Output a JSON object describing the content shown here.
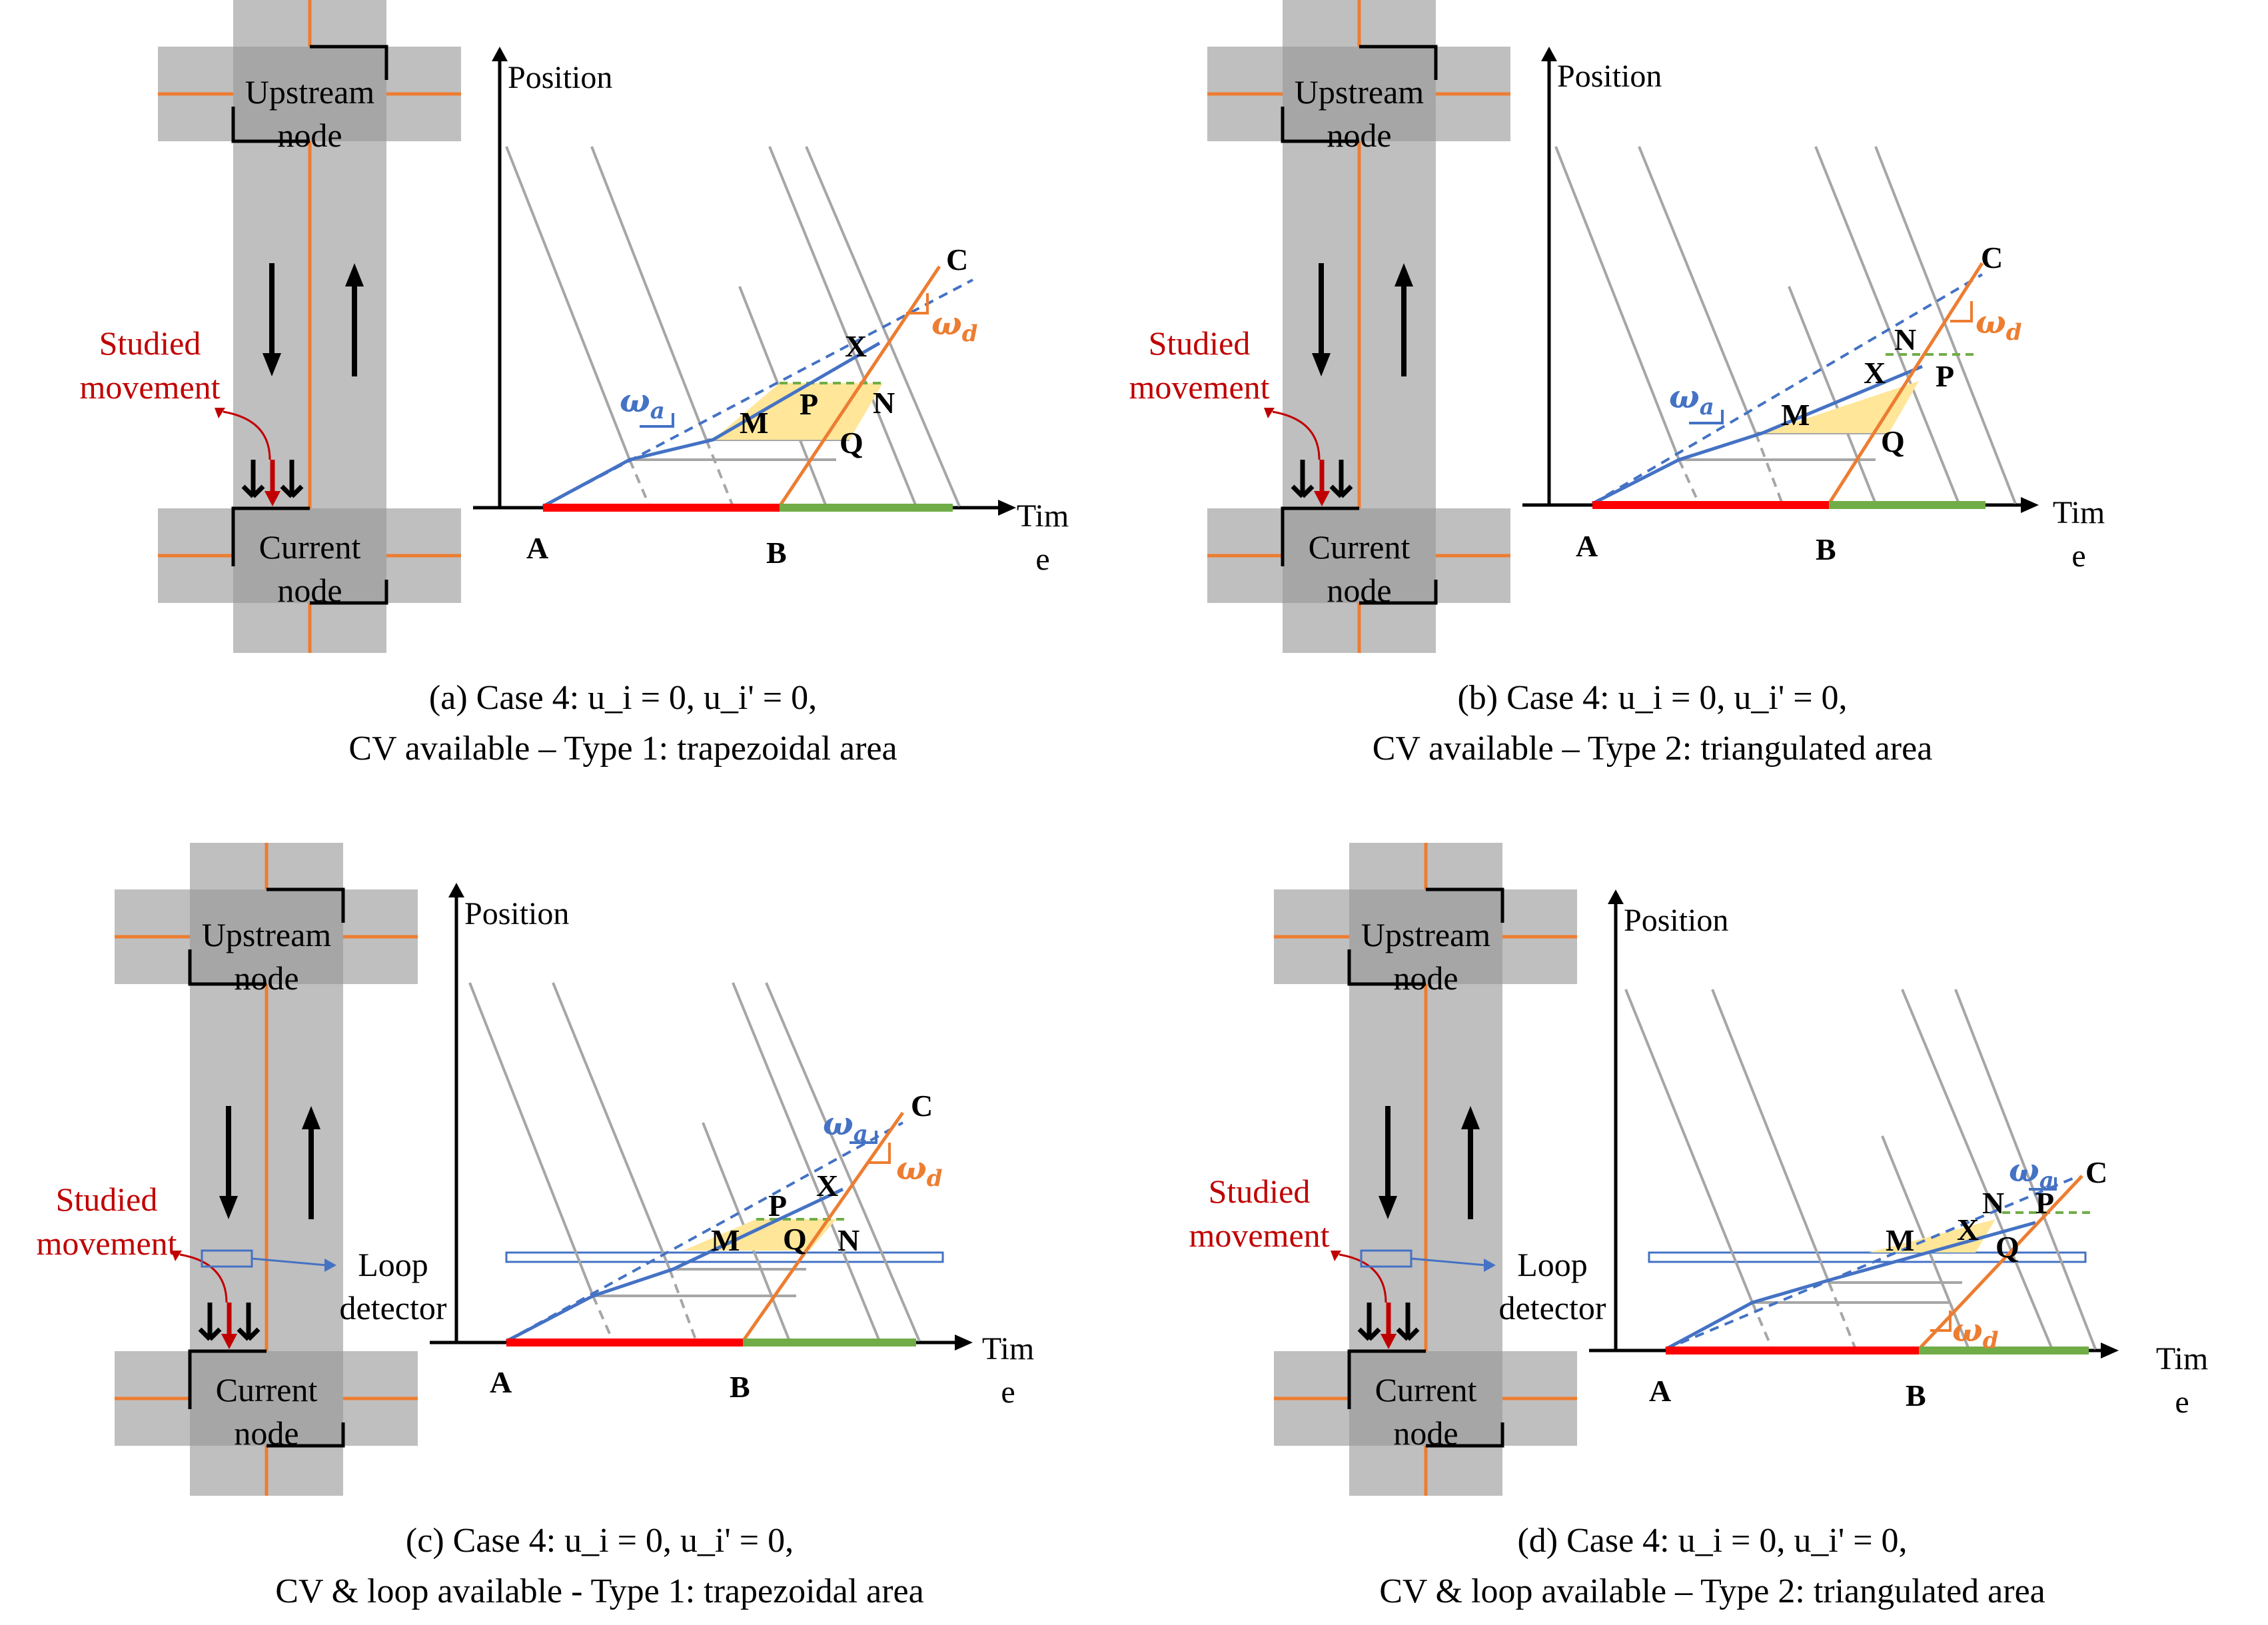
{
  "figure": {
    "colors": {
      "road": "#bfbfbf",
      "node": "#a6a6a6",
      "centerline": "#ed7d31",
      "studied": "#c00000",
      "red_phase": "#ff0000",
      "green_phase": "#70ad47",
      "arrival": "#4472c4",
      "departure": "#ed7d31",
      "trajectory": "#a6a6a6",
      "queue_fill": "#ffe699",
      "queue_level": "#70ad47"
    },
    "panels": [
      {
        "id": "a",
        "node_upstream": [
          "Upstream",
          "node"
        ],
        "node_current": [
          "Current",
          "node"
        ],
        "studied_label": [
          "Studied",
          "movement"
        ],
        "loop_label": [],
        "axis_y": "Position",
        "axis_x": [
          "Tim",
          "e"
        ],
        "points": [
          "A",
          "B",
          "C",
          "M",
          "P",
          "Q",
          "N",
          "X"
        ],
        "omega_a": "ω",
        "omega_d": "ω",
        "omega_a_sub": "a",
        "omega_d_sub": "d",
        "caption_line1": "(a)   Case 4: u_i = 0, u_i' = 0,",
        "caption_line2": "CV available – Type 1: trapezoidal area"
      },
      {
        "id": "b",
        "node_upstream": [
          "Upstream",
          "node"
        ],
        "node_current": [
          "Current",
          "node"
        ],
        "studied_label": [
          "Studied",
          "movement"
        ],
        "loop_label": [],
        "axis_y": "Position",
        "axis_x": [
          "Tim",
          "e"
        ],
        "points": [
          "A",
          "B",
          "C",
          "M",
          "X",
          "N",
          "P",
          "Q"
        ],
        "omega_a": "ω",
        "omega_d": "ω",
        "omega_a_sub": "a",
        "omega_d_sub": "d",
        "caption_line1": "(b) Case 4: u_i = 0, u_i' = 0,",
        "caption_line2": "CV available – Type 2: triangulated area"
      },
      {
        "id": "c",
        "node_upstream": [
          "Upstream",
          "node"
        ],
        "node_current": [
          "Current",
          "node"
        ],
        "studied_label": [
          "Studied",
          "movement"
        ],
        "loop_label": [
          "Loop",
          "detector"
        ],
        "axis_y": "Position",
        "axis_x": [
          "Tim",
          "e"
        ],
        "points": [
          "A",
          "B",
          "C",
          "M",
          "P",
          "Q",
          "N",
          "X"
        ],
        "omega_a": "ω",
        "omega_d": "ω",
        "omega_a_sub": "a",
        "omega_d_sub": "d",
        "caption_line1": "(c) Case 4: u_i = 0, u_i' = 0,",
        "caption_line2": "CV & loop available - Type 1: trapezoidal area"
      },
      {
        "id": "d",
        "node_upstream": [
          "Upstream",
          "node"
        ],
        "node_current": [
          "Current",
          "node"
        ],
        "studied_label": [
          "Studied",
          "movement"
        ],
        "loop_label": [
          "Loop",
          "detector"
        ],
        "axis_y": "Position",
        "axis_x": [
          "Tim",
          "e"
        ],
        "points": [
          "A",
          "B",
          "C",
          "M",
          "N",
          "P",
          "X",
          "Q"
        ],
        "omega_a": "ω",
        "omega_d": "ω",
        "omega_a_sub": "a",
        "omega_d_sub": "d",
        "caption_line1": "(d) Case 4: u_i = 0, u_i' = 0,",
        "caption_line2": "CV & loop available – Type 2: triangulated area"
      }
    ]
  }
}
